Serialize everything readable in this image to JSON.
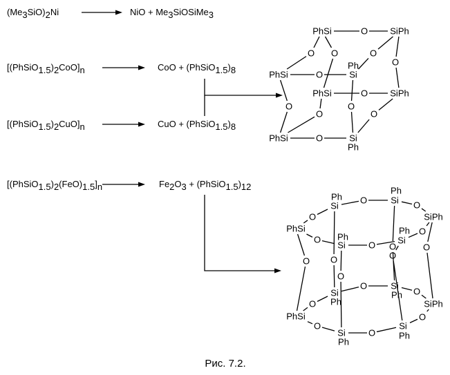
{
  "reactions": [
    {
      "reactant": [
        {
          "t": "(Me"
        },
        {
          "t": "3",
          "sub": true
        },
        {
          "t": "SiO)"
        },
        {
          "t": "2",
          "sub": true
        },
        {
          "t": "Ni"
        }
      ],
      "product": [
        {
          "t": "NiO + Me"
        },
        {
          "t": "3",
          "sub": true
        },
        {
          "t": "SiOSiMe"
        },
        {
          "t": "3",
          "sub": true
        }
      ]
    },
    {
      "reactant": [
        {
          "t": "[(PhSiO"
        },
        {
          "t": "1.5",
          "sub": true
        },
        {
          "t": ")"
        },
        {
          "t": "2",
          "sub": true
        },
        {
          "t": "CoO]"
        },
        {
          "t": "n",
          "sub": true
        }
      ],
      "product": [
        {
          "t": "CoO + (PhSiO"
        },
        {
          "t": "1.5",
          "sub": true
        },
        {
          "t": ")"
        },
        {
          "t": "8",
          "sub": true
        }
      ]
    },
    {
      "reactant": [
        {
          "t": "[(PhSiO"
        },
        {
          "t": "1.5",
          "sub": true
        },
        {
          "t": ")"
        },
        {
          "t": "2",
          "sub": true
        },
        {
          "t": "CuO]"
        },
        {
          "t": "n",
          "sub": true
        }
      ],
      "product": [
        {
          "t": "CuO + (PhSiO"
        },
        {
          "t": "1.5",
          "sub": true
        },
        {
          "t": ")"
        },
        {
          "t": "8",
          "sub": true
        }
      ]
    },
    {
      "reactant": [
        {
          "t": "[(PhSiO"
        },
        {
          "t": "1.5",
          "sub": true
        },
        {
          "t": ")"
        },
        {
          "t": "2",
          "sub": true
        },
        {
          "t": "(FeO)"
        },
        {
          "t": "1.5",
          "sub": true
        },
        {
          "t": "]"
        },
        {
          "t": "n",
          "sub": true
        }
      ],
      "product": [
        {
          "t": "Fe"
        },
        {
          "t": "2",
          "sub": true
        },
        {
          "t": "O"
        },
        {
          "t": "3",
          "sub": true
        },
        {
          "t": " + (PhSiO"
        },
        {
          "t": "1.5",
          "sub": true
        },
        {
          "t": ")"
        },
        {
          "t": "12",
          "sub": true
        }
      ]
    }
  ],
  "labels": {
    "phsi": "PhSi",
    "siph": "SiPh",
    "si": "Si",
    "ph": "Ph",
    "o": "O"
  },
  "caption": "Рис. 7.2."
}
